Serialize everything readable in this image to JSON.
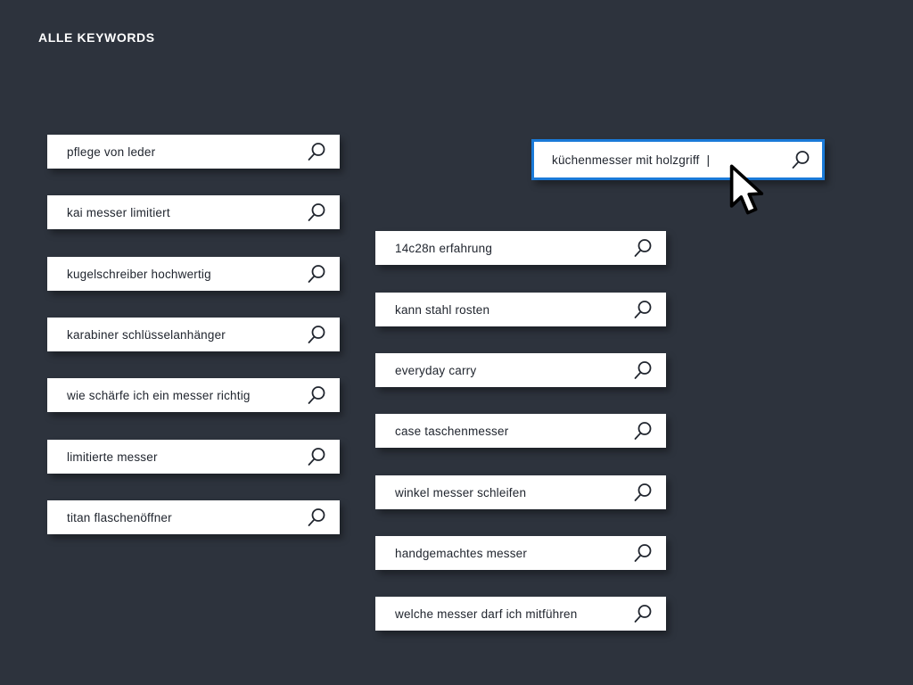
{
  "page": {
    "heading": "ALLE KEYWORDS"
  },
  "colors": {
    "background": "#2d333d",
    "box_background": "#ffffff",
    "box_text": "#21262f",
    "accent_border": "#1a7ad8"
  },
  "active_search": {
    "value": "küchenmesser mit holzgriff",
    "caret": "|",
    "icon": "search-icon"
  },
  "left_column": {
    "items": [
      {
        "label": "pflege von leder"
      },
      {
        "label": "kai messer limitiert"
      },
      {
        "label": "kugelschreiber hochwertig"
      },
      {
        "label": "karabiner schlüsselanhänger"
      },
      {
        "label": "wie schärfe ich ein messer richtig"
      },
      {
        "label": "limitierte messer"
      },
      {
        "label": "titan flaschenöffner"
      }
    ]
  },
  "right_column": {
    "items": [
      {
        "label": "14c28n erfahrung"
      },
      {
        "label": "kann stahl rosten"
      },
      {
        "label": "everyday carry"
      },
      {
        "label": "case taschenmesser"
      },
      {
        "label": "winkel messer schleifen"
      },
      {
        "label": "handgemachtes messer"
      },
      {
        "label": "welche messer darf ich mitführen"
      }
    ]
  }
}
